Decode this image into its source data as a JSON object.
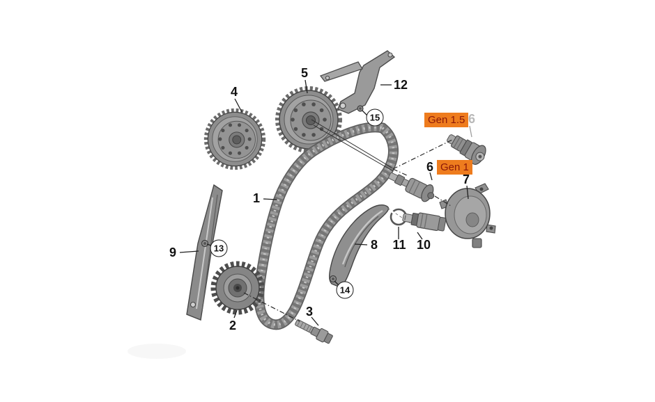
{
  "diagram": {
    "kind": "exploded-parts-diagram",
    "background_color": "#ffffff",
    "colors": {
      "tag_background": "#ee7c1e",
      "tag_text": "#8a1708",
      "callout_text": "#111111",
      "muted_callout_text": "#b9b9b9",
      "line_art": "#4a4a4a"
    },
    "callouts": {
      "c1": {
        "label": "1"
      },
      "c2": {
        "label": "2"
      },
      "c3": {
        "label": "3"
      },
      "c4": {
        "label": "4"
      },
      "c5": {
        "label": "5"
      },
      "c6": {
        "label": "6"
      },
      "c7": {
        "label": "7"
      },
      "c8": {
        "label": "8"
      },
      "c9": {
        "label": "9"
      },
      "c10": {
        "label": "10"
      },
      "c11": {
        "label": "11"
      },
      "c12": {
        "label": "12"
      },
      "c13": {
        "label": "13",
        "circled": true
      },
      "c14": {
        "label": "14",
        "circled": true
      },
      "c15": {
        "label": "15",
        "circled": true
      },
      "c16": {
        "label": "16",
        "muted": true
      }
    },
    "tags": {
      "gen15": {
        "label": "Gen 1.5"
      },
      "gen1": {
        "label": "Gen 1"
      }
    }
  }
}
